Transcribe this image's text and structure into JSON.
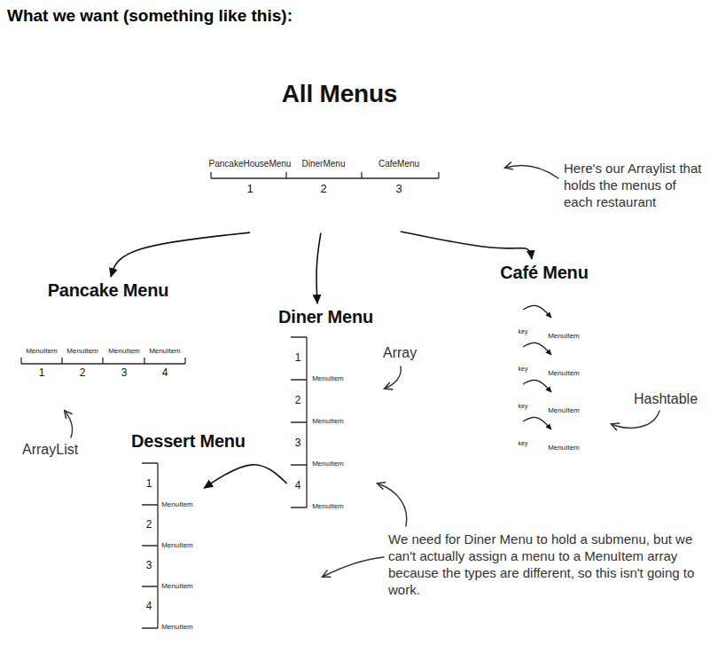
{
  "diagram": {
    "title": "What we want (something like this):",
    "nodes": [
      {
        "text": [
          "All Menus"
        ]
      },
      {
        "text": [
          "PancakeHouseMenu"
        ],
        "in": 0
      },
      {
        "text": [
          "DinerMenu"
        ],
        "in": 0
      },
      {
        "text": [
          "CafeMenu"
        ],
        "in": 0
      },
      {
        "text": [
          "Pancake Menu"
        ]
      },
      {
        "text": [
          "MenuItem"
        ],
        "in": 4
      },
      {
        "text": [
          "MenuItem"
        ],
        "in": 4
      },
      {
        "text": [
          "MenuItem"
        ],
        "in": 4
      },
      {
        "text": [
          "MenuItem"
        ],
        "in": 4
      },
      {
        "text": [
          "Diner Menu"
        ]
      },
      {
        "text": [
          "MenuItem"
        ],
        "in": 9
      },
      {
        "text": [
          "MenuItem"
        ],
        "in": 9
      },
      {
        "text": [
          "MenuItem"
        ],
        "in": 9
      },
      {
        "text": [
          "MenuItem"
        ],
        "in": 9
      },
      {
        "text": [
          "Café Menu"
        ]
      },
      {
        "text": [
          "key"
        ],
        "in": 14
      },
      {
        "text": [
          "MenuItem"
        ],
        "in": 14
      },
      {
        "text": [
          "key"
        ],
        "in": 14
      },
      {
        "text": [
          "MenuItem"
        ],
        "in": 14
      },
      {
        "text": [
          "key"
        ],
        "in": 14
      },
      {
        "text": [
          "MenuItem"
        ],
        "in": 14
      },
      {
        "text": [
          "key"
        ],
        "in": 14
      },
      {
        "text": [
          "MenuItem"
        ],
        "in": 14
      },
      {
        "text": [
          "Dessert Menu"
        ]
      },
      {
        "text": [
          "MenuItem"
        ],
        "in": 23
      },
      {
        "text": [
          "MenuItem"
        ],
        "in": 23
      },
      {
        "text": [
          "MenuItem"
        ],
        "in": 23
      },
      {
        "text": [
          "MenuItem"
        ],
        "in": 23
      }
    ],
    "edges": [
      {
        "from": 0,
        "to": 4,
        "arrow": "to"
      },
      {
        "from": 0,
        "to": 9,
        "arrow": "to"
      },
      {
        "from": 0,
        "to": 14,
        "arrow": "to"
      },
      {
        "from": 15,
        "to": 16,
        "arrow": "to"
      },
      {
        "from": 17,
        "to": 18,
        "arrow": "to"
      },
      {
        "from": 19,
        "to": 20,
        "arrow": "to"
      },
      {
        "from": 21,
        "to": 22,
        "arrow": "to"
      },
      {
        "from": 9,
        "to": 23,
        "arrow": "to"
      }
    ],
    "labels": [
      "Here's our Arraylist that holds the menus of each restaurant",
      "1",
      "2",
      "3",
      "1",
      "2",
      "3",
      "4",
      "ArrayList",
      "Array",
      "1",
      "2",
      "3",
      "4",
      "Hashtable",
      "1",
      "2",
      "3",
      "4",
      "We need for Diner Menu to hold a submenu, but we can't actually assign a menu to a MenuItem array because the types are different, so this isn't going to work."
    ]
  }
}
